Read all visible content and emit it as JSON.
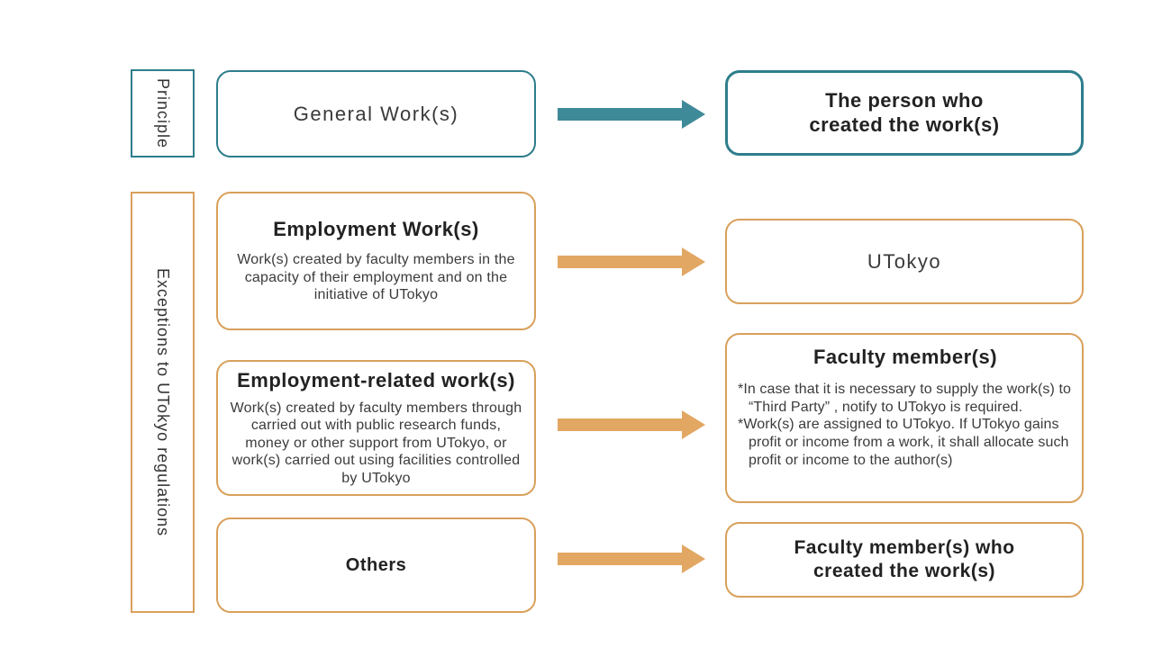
{
  "colors": {
    "teal_border": "#2E7D8C",
    "teal_arrow": "#3F8A99",
    "orange_border": "#D9A05B",
    "orange_arrow": "#E2A763"
  },
  "principle": {
    "label": "Principle",
    "work": "General Work(s)",
    "owner": "The person who\ncreated the work(s)"
  },
  "exceptions": {
    "label": "Exceptions to UTokyo regulations",
    "employment": {
      "title": "Employment Work(s)",
      "description": "Work(s) created by faculty members in the capacity of their employment and on the initiative of UTokyo",
      "owner": "UTokyo"
    },
    "employment_related": {
      "title": "Employment-related work(s)",
      "description": "Work(s) created by faculty members through carried out with public research funds, money or other support from UTokyo, or work(s) carried out using facilities controlled by UTokyo",
      "owner": {
        "title": "Faculty member(s)",
        "notes": [
          "*In case that it is necessary to supply the work(s) to “Third Party” , notify to UTokyo is required.",
          "*Work(s) are assigned to UTokyo. If UTokyo gains profit or income from a work, it shall allocate such profit or income to the author(s)"
        ]
      }
    },
    "others": {
      "title": "Others",
      "owner": "Faculty member(s) who\ncreated the work(s)"
    }
  }
}
